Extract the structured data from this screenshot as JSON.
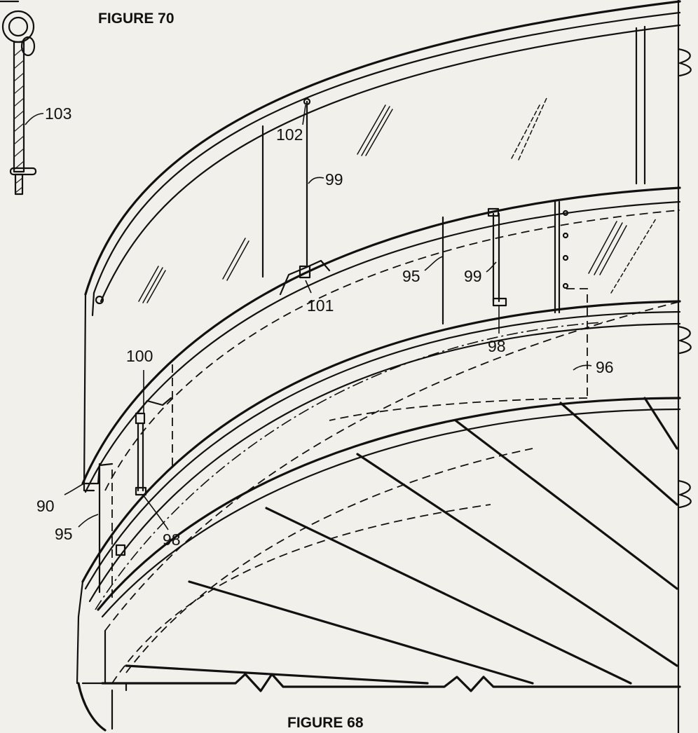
{
  "figures": {
    "top_title": "FIGURE 70",
    "bottom_title": "FIGURE 68"
  },
  "callouts": {
    "c103": "103",
    "c102": "102",
    "c99a": "99",
    "c99b": "99",
    "c95a": "95",
    "c95b": "95",
    "c101": "101",
    "c98a": "98",
    "c98b": "98",
    "c96": "96",
    "c100": "100",
    "c90": "90"
  }
}
